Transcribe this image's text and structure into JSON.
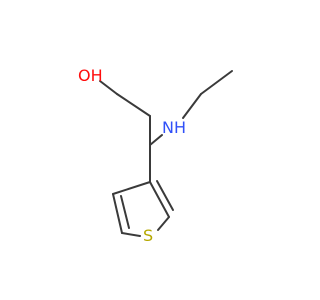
{
  "atoms": {
    "hydroxyl": {
      "label": "OH",
      "color": "#ff0d0d"
    },
    "amine": {
      "label": "NH",
      "color": "#3050f8"
    },
    "sulfur": {
      "label": "S",
      "color": "#b5a800"
    }
  },
  "colors": {
    "bond": "#3a3a3a",
    "background": "#ffffff"
  }
}
